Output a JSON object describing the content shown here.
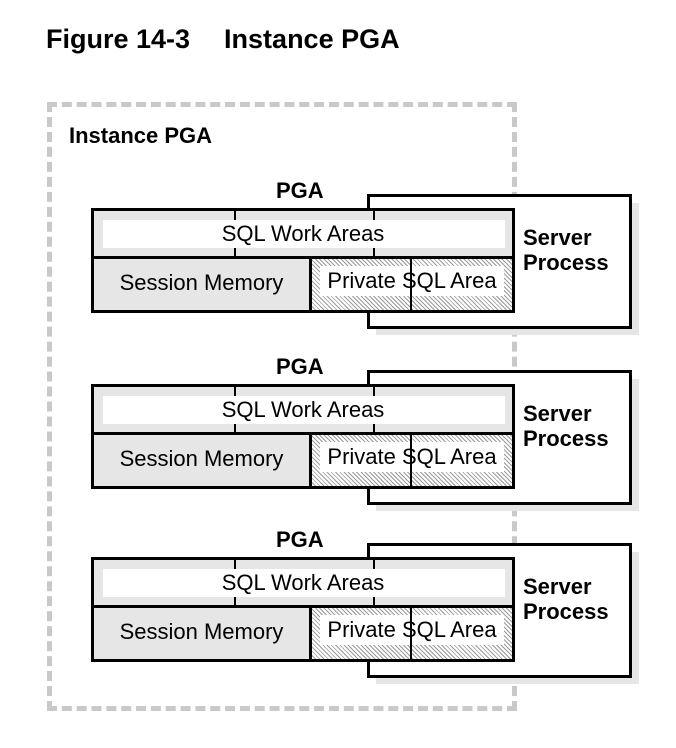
{
  "figure": {
    "number": "Figure 14-3",
    "title": "Instance PGA"
  },
  "instance": {
    "label": "Instance PGA",
    "border_color": "#c9c9c9"
  },
  "groups": [
    {
      "pga_label": "PGA",
      "work_areas": "SQL Work Areas",
      "session_memory": "Session Memory",
      "private_sql": "Private SQL Area",
      "server_line1": "Server",
      "server_line2": "Process"
    },
    {
      "pga_label": "PGA",
      "work_areas": "SQL Work Areas",
      "session_memory": "Session Memory",
      "private_sql": "Private SQL Area",
      "server_line1": "Server",
      "server_line2": "Process"
    },
    {
      "pga_label": "PGA",
      "work_areas": "SQL Work Areas",
      "session_memory": "Session Memory",
      "private_sql": "Private SQL Area",
      "server_line1": "Server",
      "server_line2": "Process"
    }
  ],
  "colors": {
    "fill_gray": "#e6e6e6",
    "stroke": "#000000"
  }
}
